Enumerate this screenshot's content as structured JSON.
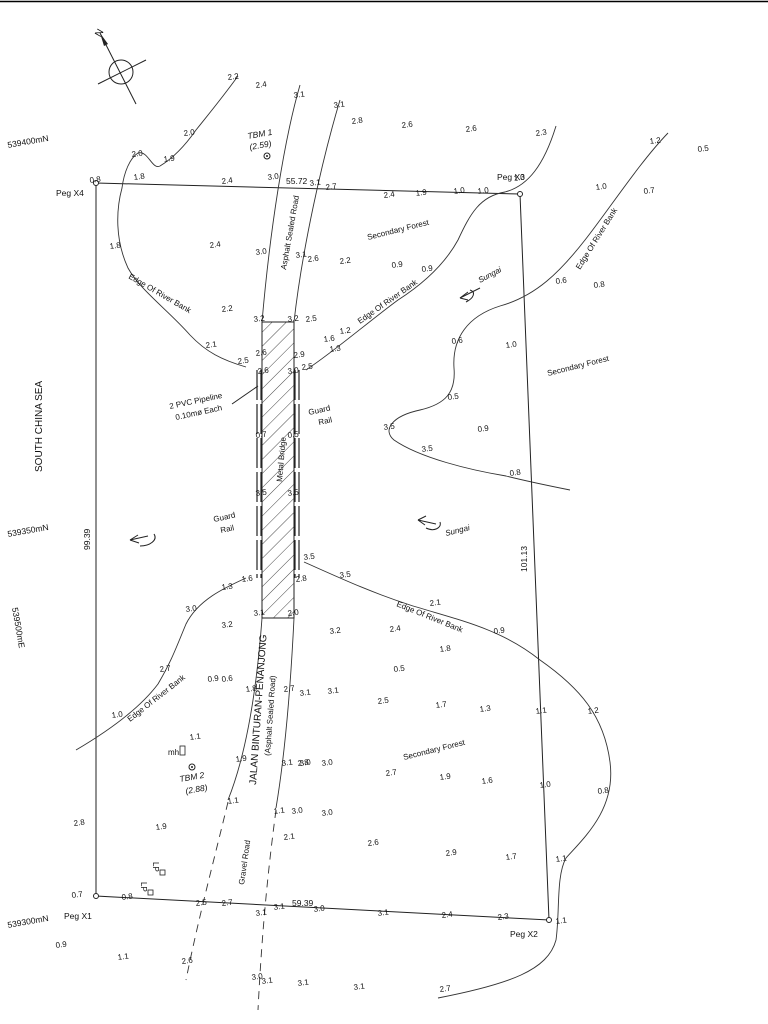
{
  "north": "N",
  "sea": "SOUTH CHINA SEA",
  "grid": {
    "n1": "539400mN",
    "n2": "539350mN",
    "e1": "539500mE",
    "n3": "539300mN"
  },
  "pegs": {
    "x1": "Peg X1",
    "x2": "Peg X2",
    "x3": "Peg X3",
    "x4": "Peg X4"
  },
  "bearings": {
    "top": "55.72",
    "left": "99.39",
    "right": "101.13",
    "bottom": "59.39"
  },
  "tbm1": {
    "name": "TBM 1",
    "level": "(2.59)"
  },
  "tbm2": {
    "name": "TBM 2",
    "level": "(2.88)"
  },
  "labels": {
    "asphalt_top": "Asphalt Sealed Road",
    "road_name": "JALAN BINTURAN-PENANJONG",
    "road_sub": "(Asphalt Sealed Road)",
    "gravel": "Gravel Road",
    "bridge": "Metal Bridge",
    "pipeline1": "2 PVC Pipeline",
    "pipeline2": "0.10mø Each",
    "guard_right1": "Guard",
    "guard_right2": "Rail",
    "guard_left1": "Guard",
    "guard_left2": "Rail",
    "edge_nw": "Edge Of River Bank",
    "edge_nc": "Edge Of River Bank",
    "edge_ne": "Edge Of River Bank",
    "edge_se": "Edge Of River Bank",
    "edge_sw": "Edge Of River Bank",
    "forest_n": "Secondary Forest",
    "forest_e": "Secondary Forest",
    "forest_s": "Secondary Forest",
    "sungai_n": "Sungai",
    "sungai_s": "Sungai",
    "mh": "mh",
    "lp1": "LP",
    "lp2": "LP"
  },
  "spots": [
    "2.2",
    "2.4",
    "3.1",
    "3.1",
    "2.8",
    "2.6",
    "2.6",
    "2.3",
    "1.2",
    "0.5",
    "2.0",
    "1.9",
    "2.0",
    "0.8",
    "1.8",
    "2.4",
    "3.0",
    "3.1",
    "2.7",
    "2.4",
    "1.9",
    "1.0",
    "1.0",
    "1.0",
    "1.0",
    "0.7",
    "1.8",
    "2.4",
    "3.0",
    "3.1",
    "2.6",
    "2.2",
    "0.9",
    "0.9",
    "0.6",
    "0.8",
    "2.2",
    "3.2",
    "3.2",
    "2.5",
    "1.6",
    "1.2",
    "1.3",
    "0.6",
    "1.0",
    "2.1",
    "2.5",
    "2.6",
    "2.6",
    "2.9",
    "3.0",
    "2.5",
    "0.5",
    "0.9",
    "3.5",
    "3.5",
    "0.8",
    "0.7",
    "0.5",
    "3.5",
    "3.5",
    "3.5",
    "3.5",
    "2.1",
    "1.6",
    "1.3",
    "2.8",
    "3.0",
    "3.1",
    "2.0",
    "3.2",
    "3.2",
    "2.4",
    "1.8",
    "0.9",
    "0.6",
    "0.5",
    "2.7",
    "0.9",
    "1.8",
    "2.7",
    "3.1",
    "3.1",
    "2.5",
    "1.7",
    "1.3",
    "1.1",
    "1.2",
    "1.0",
    "1.1",
    "1.9",
    "2.8",
    "3.1",
    "3.0",
    "3.0",
    "2.7",
    "1.9",
    "1.6",
    "1.0",
    "0.8",
    "1.1",
    "1.1",
    "3.0",
    "3.0",
    "2.8",
    "1.9",
    "2.1",
    "2.6",
    "2.9",
    "1.7",
    "1.1",
    "0.7",
    "0.8",
    "2.5",
    "2.7",
    "3.1",
    "3.1",
    "3.0",
    "3.1",
    "2.4",
    "2.3",
    "1.1",
    "0.9",
    "1.1",
    "2.6",
    "3.0",
    "3.1",
    "3.1",
    "3.1",
    "2.7",
    "2.6",
    "1.7"
  ]
}
